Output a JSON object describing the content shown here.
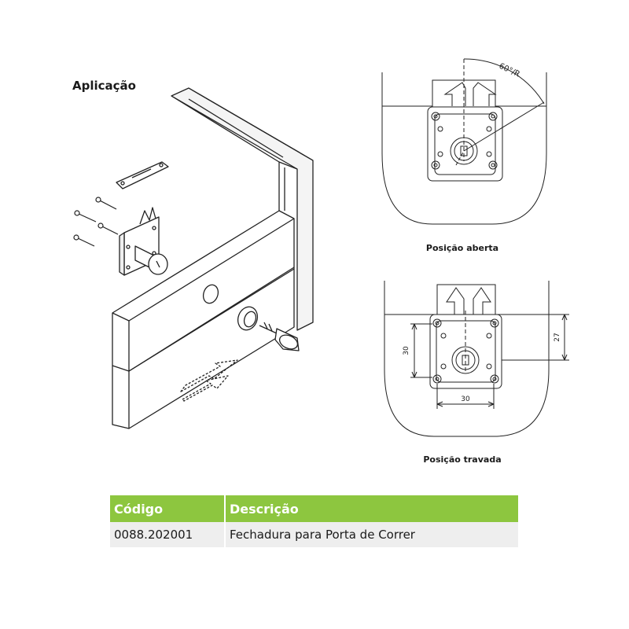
{
  "heading": "Aplicação",
  "open_view": {
    "caption": "Posição aberta",
    "angle_label": "60°/R"
  },
  "locked_view": {
    "caption": "Posição travada",
    "dim_height_left": "30",
    "dim_width_bottom": "30",
    "dim_height_right": "27"
  },
  "table": {
    "header_color": "#8dc63f",
    "headers": [
      "Código",
      "Descrição"
    ],
    "rows": [
      {
        "code": "0088.202001",
        "description": "Fechadura para Porta de Correr"
      }
    ]
  }
}
